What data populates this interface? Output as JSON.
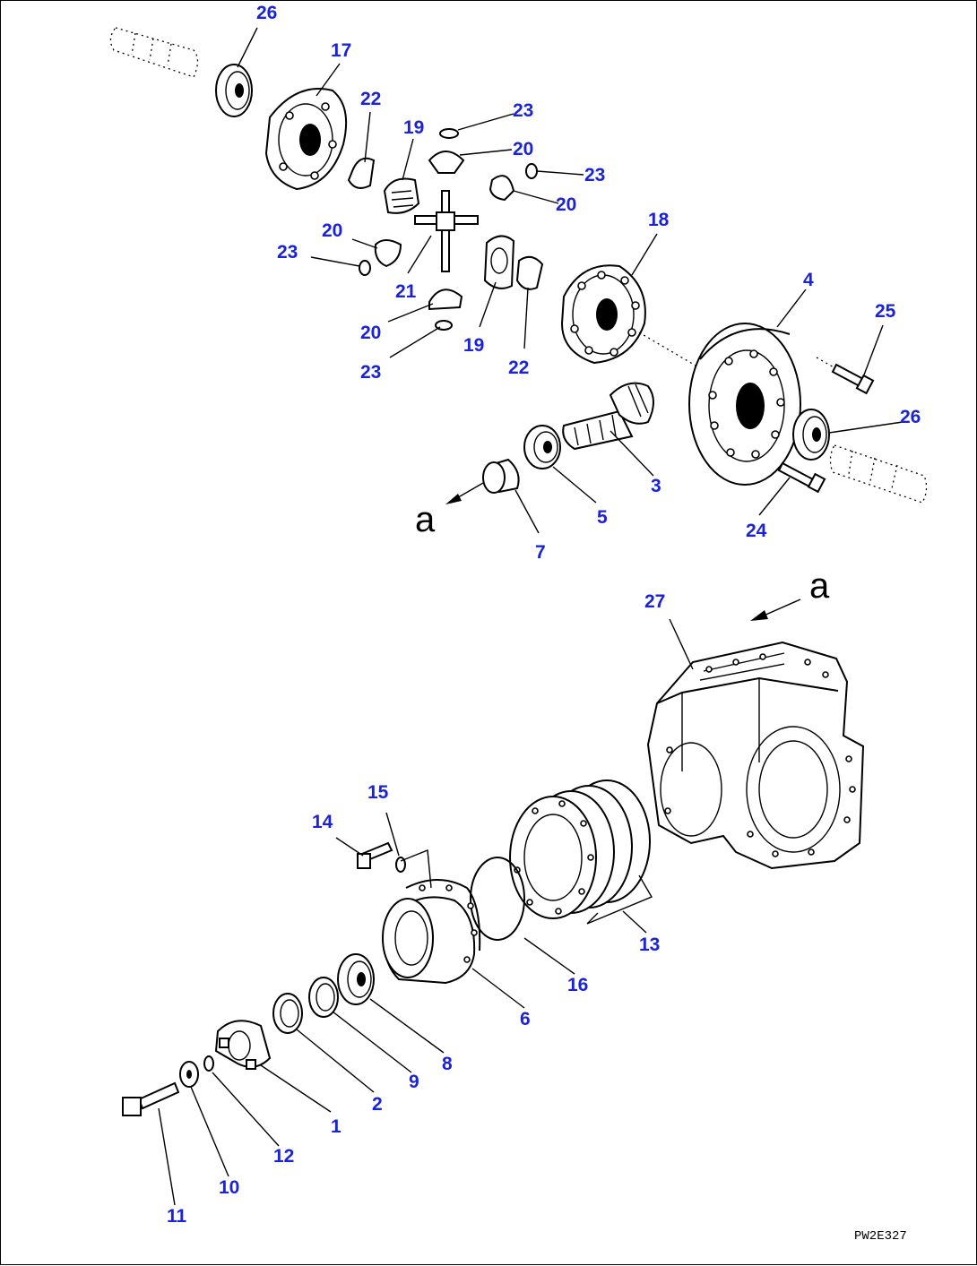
{
  "diagram": {
    "callout_color": "#1a23d6",
    "line_color": "#000000",
    "drawing_code": "PW2E327",
    "view_markers": [
      "a",
      "a"
    ],
    "callouts": [
      {
        "id": "c26a",
        "label": "26"
      },
      {
        "id": "c17",
        "label": "17"
      },
      {
        "id": "c22a",
        "label": "22"
      },
      {
        "id": "c19a",
        "label": "19"
      },
      {
        "id": "c23a",
        "label": "23"
      },
      {
        "id": "c20a",
        "label": "20"
      },
      {
        "id": "c23b",
        "label": "23"
      },
      {
        "id": "c20b",
        "label": "20"
      },
      {
        "id": "c20c",
        "label": "20"
      },
      {
        "id": "c23c",
        "label": "23"
      },
      {
        "id": "c21",
        "label": "21"
      },
      {
        "id": "c20d",
        "label": "20"
      },
      {
        "id": "c23d",
        "label": "23"
      },
      {
        "id": "c19b",
        "label": "19"
      },
      {
        "id": "c22b",
        "label": "22"
      },
      {
        "id": "c18",
        "label": "18"
      },
      {
        "id": "c4",
        "label": "4"
      },
      {
        "id": "c25",
        "label": "25"
      },
      {
        "id": "c26b",
        "label": "26"
      },
      {
        "id": "c3",
        "label": "3"
      },
      {
        "id": "c5",
        "label": "5"
      },
      {
        "id": "c7",
        "label": "7"
      },
      {
        "id": "c24",
        "label": "24"
      },
      {
        "id": "c27",
        "label": "27"
      },
      {
        "id": "c15",
        "label": "15"
      },
      {
        "id": "c14",
        "label": "14"
      },
      {
        "id": "c13",
        "label": "13"
      },
      {
        "id": "c16",
        "label": "16"
      },
      {
        "id": "c6",
        "label": "6"
      },
      {
        "id": "c8",
        "label": "8"
      },
      {
        "id": "c9",
        "label": "9"
      },
      {
        "id": "c2",
        "label": "2"
      },
      {
        "id": "c1",
        "label": "1"
      },
      {
        "id": "c12",
        "label": "12"
      },
      {
        "id": "c10",
        "label": "10"
      },
      {
        "id": "c11",
        "label": "11"
      }
    ]
  }
}
